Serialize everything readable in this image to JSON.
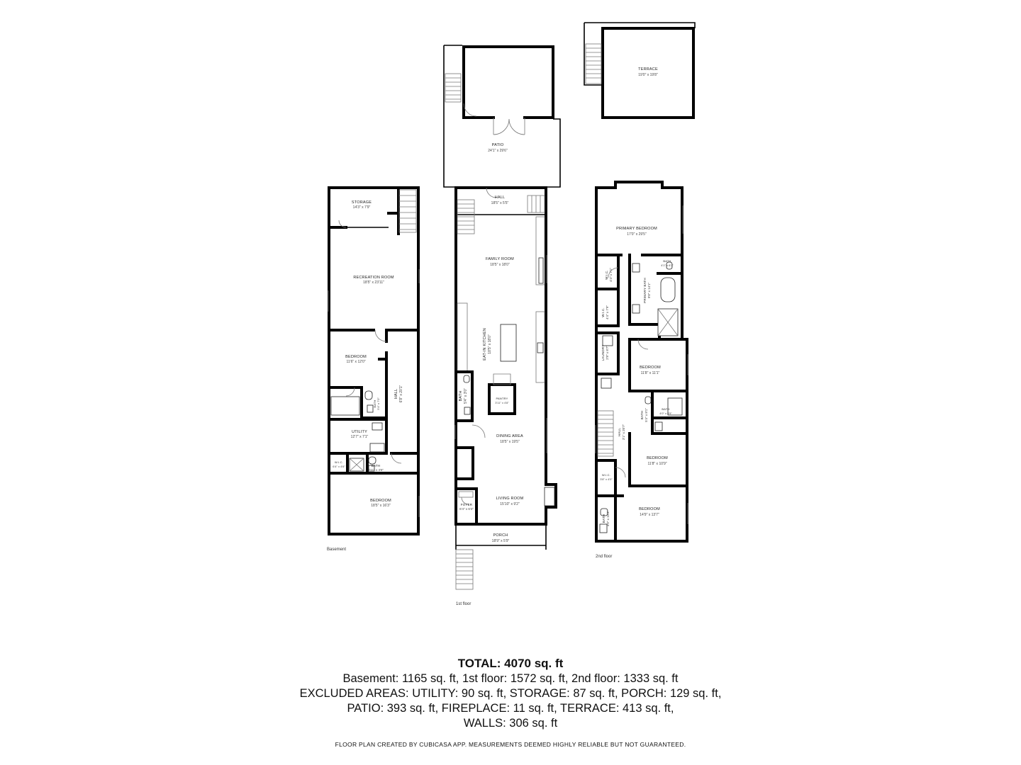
{
  "rooms": {
    "storage": {
      "name": "STORAGE",
      "dim": "14'3\" x 7'9\""
    },
    "recreation": {
      "name": "RECREATION ROOM",
      "dim": "18'5\" x 23'11\""
    },
    "b_bedroom1": {
      "name": "BEDROOM",
      "dim": "11'6\" x 12'0\""
    },
    "b_hall": {
      "name": "HALL",
      "dim": "6'8\" x 20'1\""
    },
    "b_bath1": {
      "name": "BATH",
      "dim": "5'4\" x 7'0\""
    },
    "utility": {
      "name": "UTILITY",
      "dim": "12'7\" x 7'1\""
    },
    "b_wic": {
      "name": "W.I.C.",
      "dim": "6'4\" x 4'6\""
    },
    "b_bath2": {
      "name": "BATH",
      "dim": "7'11\" x 4'6\""
    },
    "b_bedroom2": {
      "name": "BEDROOM",
      "dim": "18'5\" x 16'3\""
    },
    "patio": {
      "name": "PATIO",
      "dim": "24'1\" x 29'6\""
    },
    "hall1": {
      "name": "HALL",
      "dim": "18'5\" x 5'5\""
    },
    "family": {
      "name": "FAMILY ROOM",
      "dim": "18'5\" x 18'0\""
    },
    "kitchen": {
      "name": "EAT-IN KITCHEN",
      "dim": "18'5\" x 18'0\""
    },
    "bath1f": {
      "name": "BATH",
      "dim": "5'4\" x 3'0\""
    },
    "pantry": {
      "name": "PANTRY",
      "dim": "3'11\" x 4'8\""
    },
    "dining": {
      "name": "DINING AREA",
      "dim": "18'5\" x 19'5\""
    },
    "foyer": {
      "name": "FOYER",
      "dim": "6'4\" x 6'4\""
    },
    "living": {
      "name": "LIVING ROOM",
      "dim": "15'10\" x 9'2\""
    },
    "porch": {
      "name": "PORCH",
      "dim": "18'9\" x 5'9\""
    },
    "terrace": {
      "name": "TERRACE",
      "dim": "19'0\" x 19'8\""
    },
    "primary_bed": {
      "name": "PRIMARY BEDROOM",
      "dim": "17'0\" x 29'5\""
    },
    "wic1": {
      "name": "W.I.C.",
      "dim": "4'4\" x 7'1\""
    },
    "wic2": {
      "name": "W.I.C.",
      "dim": "4'4\" x 7'9\""
    },
    "primary_bath": {
      "name": "PRIMARY BATH",
      "dim": "9'8\" x 14'1\""
    },
    "bath_small": {
      "name": "BATH",
      "dim": "4'1\" x 6'2\""
    },
    "laundry": {
      "name": "LAUNDRY",
      "dim": "2'8\" x 8'7\""
    },
    "bed2a": {
      "name": "BEDROOM",
      "dim": "11'8\" x 11'1\""
    },
    "bath2a": {
      "name": "BATH",
      "dim": "5'4\" x 8'1\""
    },
    "bath2b": {
      "name": "BATH",
      "dim": "4'0\" x 5'5\""
    },
    "hall2": {
      "name": "HALL",
      "dim": "3'1\" x 20'7\""
    },
    "bed2b": {
      "name": "BEDROOM",
      "dim": "11'8\" x 10'9\""
    },
    "wic3": {
      "name": "W.I.C.",
      "dim": "3'8\" x 4'0\""
    },
    "bath2c": {
      "name": "BATH",
      "dim": "4'0\" x 10'2\""
    },
    "bed2c": {
      "name": "BEDROOM",
      "dim": "14'9\" x 13'7\""
    }
  },
  "floors": {
    "basement": "Basement",
    "first": "1st floor",
    "second": "2nd floor"
  },
  "summary": {
    "total": "TOTAL: 4070 sq. ft",
    "line1": "Basement: 1165 sq. ft, 1st floor: 1572 sq. ft, 2nd floor: 1333 sq. ft",
    "line2": "EXCLUDED AREAS: UTILITY: 90 sq. ft, STORAGE: 87 sq. ft, PORCH: 129 sq. ft,",
    "line3": "PATIO: 393 sq. ft, FIREPLACE: 11 sq. ft, TERRACE: 413 sq. ft,",
    "line4": "WALLS: 306 sq. ft"
  },
  "disclaimer": "FLOOR PLAN CREATED BY CUBICASA APP. MEASUREMENTS DEEMED HIGHLY RELIABLE BUT NOT GUARANTEED."
}
